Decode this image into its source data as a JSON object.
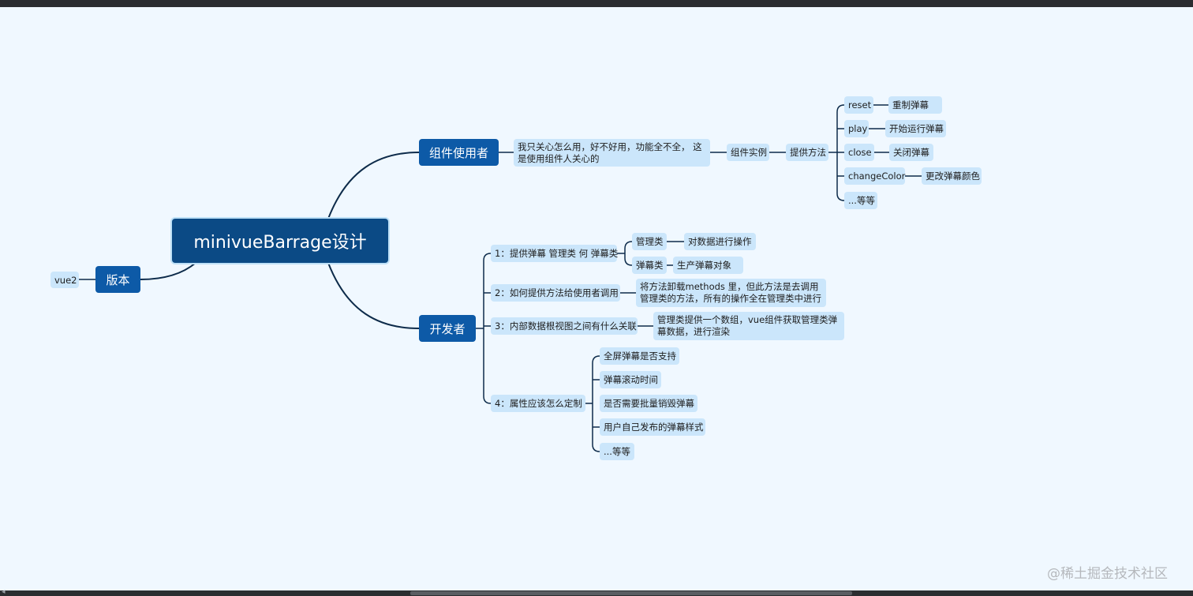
{
  "root": {
    "label": "minivueBarrage设计"
  },
  "version": {
    "label": "版本",
    "child": "vue2"
  },
  "users": {
    "label": "组件使用者",
    "note": "我只关心怎么用，好不好用，功能全不全， 这是使用组件人关心的",
    "instance": "组件实例",
    "methods_label": "提供方法",
    "methods": [
      {
        "name": "reset",
        "desc": "重制弹幕"
      },
      {
        "name": "play",
        "desc": "开始运行弹幕"
      },
      {
        "name": "close",
        "desc": "关闭弹幕"
      },
      {
        "name": "changeColor",
        "desc": "更改弹幕颜色"
      },
      {
        "name": "...等等"
      }
    ]
  },
  "developer": {
    "label": "开发者",
    "items": [
      {
        "label": "1：提供弹幕 管理类 何 弹幕类",
        "children": [
          {
            "name": "管理类",
            "desc": "对数据进行操作"
          },
          {
            "name": "弹幕类",
            "desc": "生产弹幕对象"
          }
        ]
      },
      {
        "label": "2：如何提供方法给使用者调用",
        "desc": "将方法卸载methods 里，但此方法是去调用 管理类的方法，所有的操作全在管理类中进行"
      },
      {
        "label": "3：内部数据根视图之间有什么关联",
        "desc": "管理类提供一个数组，vue组件获取管理类弹幕数据，进行渲染"
      },
      {
        "label": "4：属性应该怎么定制",
        "children": [
          "全屏弹幕是否支持",
          "弹幕滚动时间",
          "是否需要批量销毁弹幕",
          "用户自己发布的弹幕样式",
          "...等等"
        ]
      }
    ]
  },
  "watermark": "@稀土掘金技术社区",
  "colors": {
    "background": "#f0f8ff",
    "root": "#0b4a85",
    "main_topic": "#0d5aa7",
    "subtopic": "#cbe6fb",
    "line": "#0d2b4a"
  }
}
